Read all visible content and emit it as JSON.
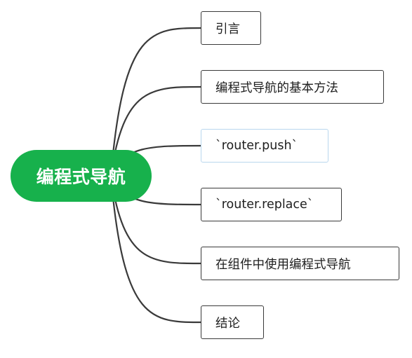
{
  "mindmap": {
    "root": {
      "label": "编程式导航"
    },
    "topics": [
      {
        "label": "引言",
        "selected": false
      },
      {
        "label": "编程式导航的基本方法",
        "selected": false
      },
      {
        "label": "`router.push`",
        "selected": true
      },
      {
        "label": "`router.replace`",
        "selected": false
      },
      {
        "label": "在组件中使用编程式导航",
        "selected": false
      },
      {
        "label": "结论",
        "selected": false
      }
    ]
  },
  "colors": {
    "root_fill": "#17b14c",
    "root_text": "#ffffff",
    "line": "#3a3a3a",
    "topic_border": "#3a3a3a",
    "selected_border": "#b9d7ee"
  }
}
